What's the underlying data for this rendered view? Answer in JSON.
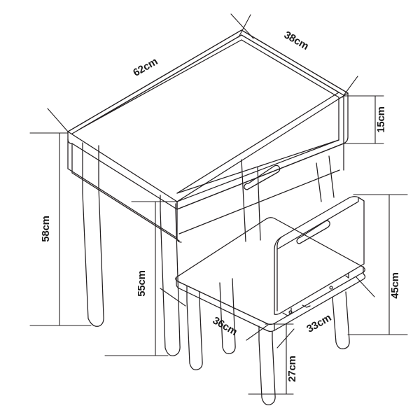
{
  "drawing": {
    "title": "Children's desk and chair set – dimensioned isometric line drawing",
    "background_color": "#ffffff",
    "line_color": "#231f20",
    "text_color": "#1a1a1a",
    "unit": "cm",
    "projection": "isometric-line-drawing",
    "objects": [
      {
        "name": "desk",
        "parts": [
          "desk-top-panel",
          "desk-back-rail",
          "desk-drawer-front",
          "desk-drawer-handle",
          "desk-leg-front-left",
          "desk-leg-front-right",
          "desk-leg-back-left",
          "desk-leg-back-right"
        ]
      },
      {
        "name": "chair",
        "parts": [
          "chair-seat-panel",
          "chair-backrest-panel",
          "chair-backrest-handle-slot",
          "chair-leg-front-left",
          "chair-leg-front-right",
          "chair-leg-back-left",
          "chair-leg-back-right"
        ]
      }
    ]
  },
  "dimensions": {
    "desk_width": {
      "label": "62cm",
      "value": 62,
      "unit": "cm",
      "applies_to": "desk-top-panel-width",
      "orientation": "diagonal-up-right"
    },
    "desk_depth": {
      "label": "38cm",
      "value": 38,
      "unit": "cm",
      "applies_to": "desk-top-panel-depth",
      "orientation": "diagonal-down-right"
    },
    "desk_rail_height": {
      "label": "15cm",
      "value": 15,
      "unit": "cm",
      "applies_to": "desk-back-rail-height",
      "orientation": "vertical"
    },
    "desk_total_height": {
      "label": "58cm",
      "value": 58,
      "unit": "cm",
      "applies_to": "desk-overall-height",
      "orientation": "vertical"
    },
    "desk_worktop_height": {
      "label": "55cm",
      "value": 55,
      "unit": "cm",
      "applies_to": "desk-worktop-height-from-floor",
      "orientation": "vertical"
    },
    "chair_seat_width": {
      "label": "36cm",
      "value": 36,
      "unit": "cm",
      "applies_to": "chair-seat-width",
      "orientation": "diagonal-down-right"
    },
    "chair_seat_depth": {
      "label": "33cm",
      "value": 33,
      "unit": "cm",
      "applies_to": "chair-seat-depth",
      "orientation": "diagonal-up-right"
    },
    "chair_total_height": {
      "label": "45cm",
      "value": 45,
      "unit": "cm",
      "applies_to": "chair-overall-height",
      "orientation": "vertical"
    },
    "chair_seat_height": {
      "label": "27cm",
      "value": 27,
      "unit": "cm",
      "applies_to": "chair-seat-height-from-floor",
      "orientation": "vertical"
    }
  }
}
